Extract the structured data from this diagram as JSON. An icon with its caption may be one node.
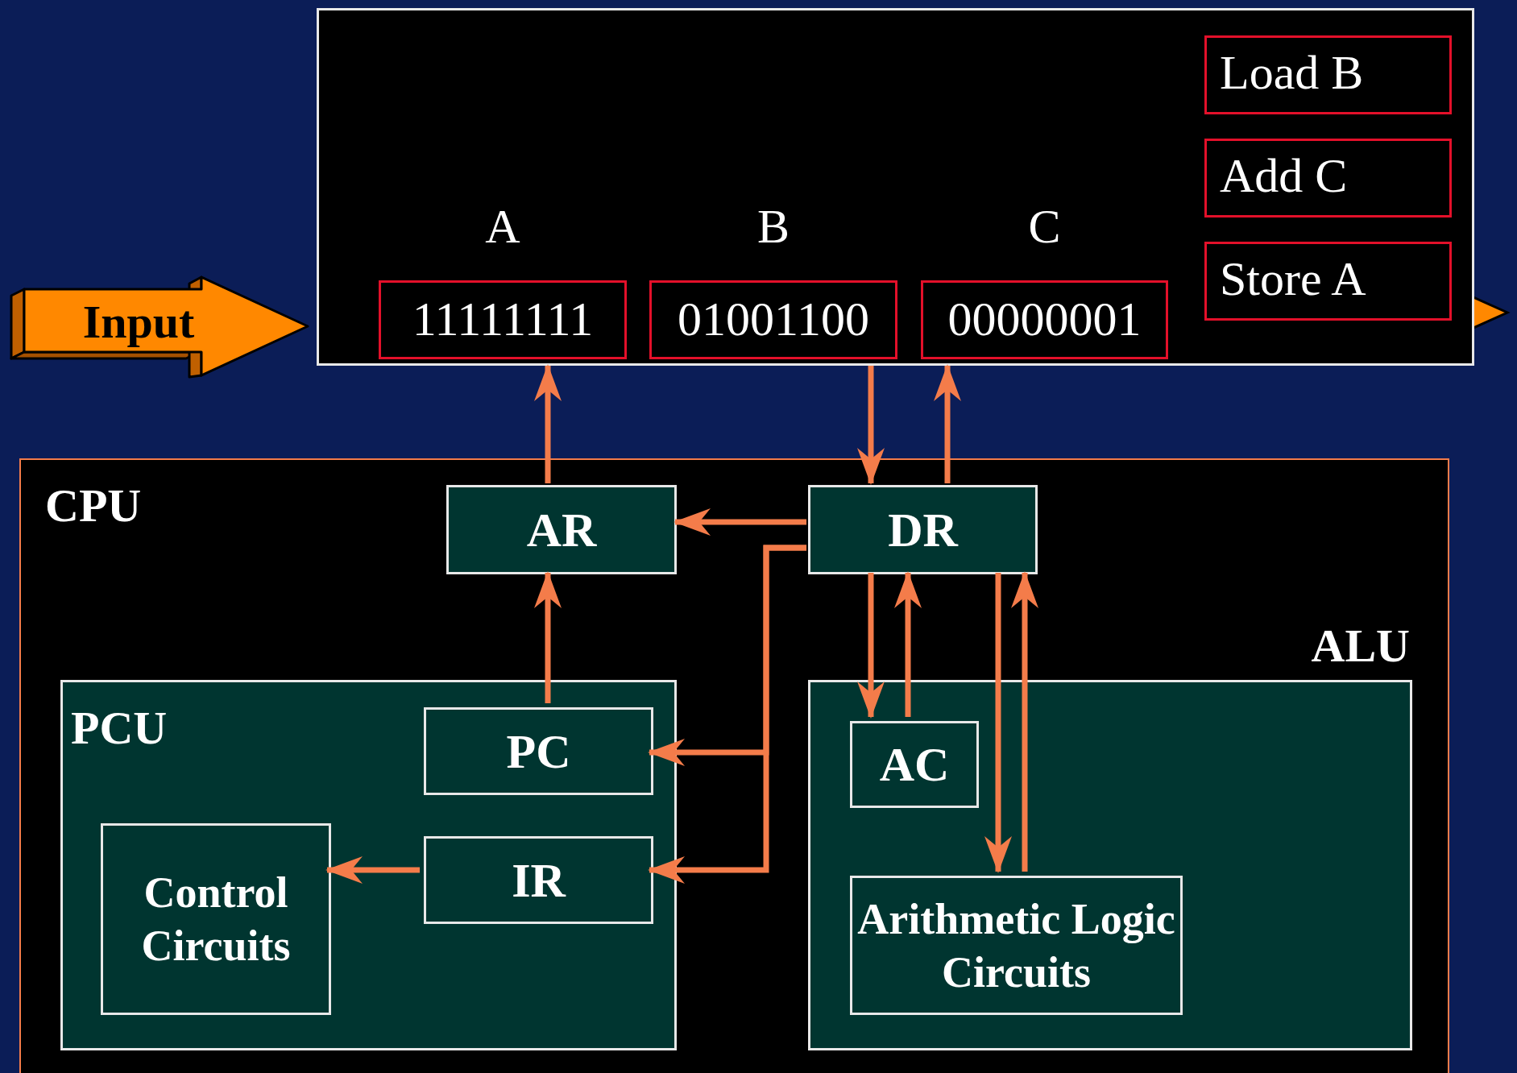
{
  "diagram": {
    "nodes": [
      {
        "text": [],
        "shape": "box"
      },
      {
        "text": [
          "A",
          "11111111"
        ],
        "in": 0
      },
      {
        "text": [
          "B",
          "01001100"
        ],
        "in": 0
      },
      {
        "text": [
          "C",
          "00000001"
        ],
        "in": 0
      },
      {
        "text": [
          "Load B"
        ],
        "in": 0
      },
      {
        "text": [
          "Add C"
        ],
        "in": 0
      },
      {
        "text": [
          "Store A"
        ],
        "in": 0
      },
      {
        "text": [
          "Input"
        ]
      },
      {
        "text": [
          "CPU"
        ]
      },
      {
        "text": [
          "AR"
        ],
        "in": 8
      },
      {
        "text": [
          "DR"
        ],
        "in": 8
      },
      {
        "text": [
          "PCU"
        ],
        "in": 8
      },
      {
        "text": [
          "PC"
        ],
        "in": 11
      },
      {
        "text": [
          "IR"
        ],
        "in": 11
      },
      {
        "text": [
          "Control Circuits"
        ],
        "in": 11
      },
      {
        "text": [
          "ALU"
        ],
        "in": 8
      },
      {
        "text": [
          "AC"
        ],
        "in": 15
      },
      {
        "text": [
          "Arithmetic Logic Circuits"
        ],
        "in": 15
      }
    ],
    "edges": [
      {
        "from": 9,
        "to": 0,
        "arrow": "to"
      },
      {
        "from": 0,
        "to": 10,
        "arrow": "to"
      },
      {
        "from": 10,
        "to": 0,
        "arrow": "to"
      },
      {
        "from": 10,
        "to": 9,
        "arrow": "to"
      },
      {
        "from": 10,
        "to": 12,
        "arrow": "to"
      },
      {
        "from": 10,
        "to": 13,
        "arrow": "to"
      },
      {
        "from": 12,
        "to": 9,
        "arrow": "to"
      },
      {
        "from": 13,
        "to": 14,
        "arrow": "to"
      },
      {
        "from": 10,
        "to": 16,
        "arrow": "to"
      },
      {
        "from": 16,
        "to": 10,
        "arrow": "to"
      },
      {
        "from": 10,
        "to": 17,
        "arrow": "to"
      },
      {
        "from": 17,
        "to": 10,
        "arrow": "to"
      }
    ]
  }
}
